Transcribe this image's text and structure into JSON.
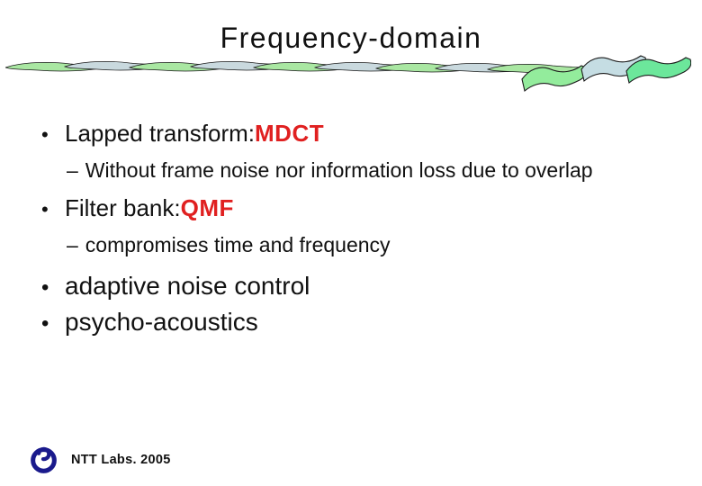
{
  "title": "Frequency-domain",
  "marks": {
    "bullet": "•",
    "dash": "–"
  },
  "bullets": {
    "b1": {
      "prefix": "Lapped transform: ",
      "term": "MDCT"
    },
    "sub1": "Without frame noise nor information loss due to overlap",
    "b2": {
      "prefix": "Filter bank: ",
      "term": "QMF"
    },
    "sub2": "compromises time and frequency",
    "b3": "adaptive noise control",
    "b4": "psycho-acoustics"
  },
  "footer": {
    "label": "NTT Labs. 2005",
    "logo": "ntt-dynamic-loop"
  },
  "colors": {
    "term_red": "#e02020",
    "leaf_green": "#a9e7a2",
    "leaf_blue": "#c9d9de",
    "ribbon_green_light": "#93ec9c",
    "ribbon_blue": "#c5dde3",
    "ribbon_green_dark": "#6ce79b",
    "logo_navy": "#1a1a8c"
  }
}
